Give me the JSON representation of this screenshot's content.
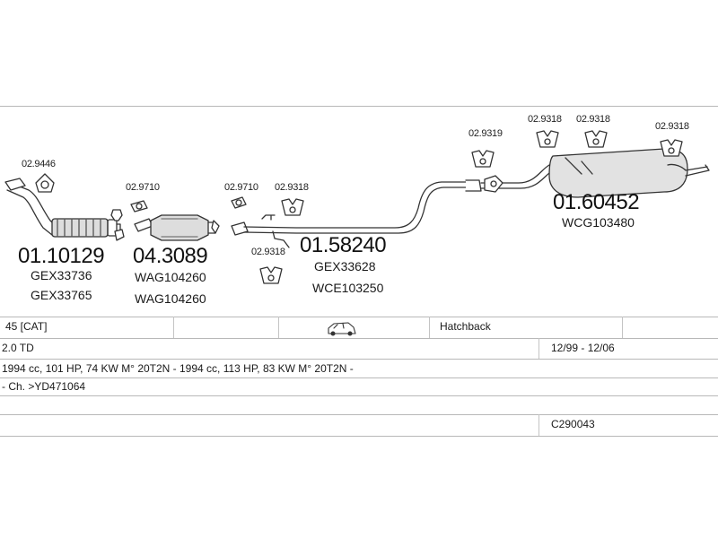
{
  "parts": {
    "downpipe": {
      "clamp_code": "02.9446",
      "number": "01.10129",
      "refs": [
        "GEX33736",
        "GEX33765"
      ]
    },
    "catalyst": {
      "clamp_code": "02.9710",
      "number": "04.3089",
      "refs": [
        "WAG104260",
        "WAG104260"
      ]
    },
    "middle_pipe": {
      "clamp_code_1": "02.9710",
      "clamp_code_2": "02.9318",
      "clamp_code_3": "02.9318",
      "number": "01.58240",
      "refs": [
        "GEX33628",
        "WCE103250"
      ]
    },
    "rear_silencer": {
      "clamp_code_1": "02.9319",
      "clamp_code_2": "02.9318",
      "clamp_code_3": "02.9318",
      "clamp_code_4": "02.9318",
      "number": "01.60452",
      "refs": [
        "WCG103480"
      ]
    }
  },
  "info": {
    "model": "45  [CAT]",
    "vehicle_icon": "hatchback-car-icon",
    "body_type": "Hatchback",
    "engine": "2.0 TD",
    "date_range": "12/99 - 12/06",
    "engine_specs": "1994 cc, 101 HP, 74 KW M° 20T2N - 1994 cc, 113 HP, 83 KW M° 20T2N -",
    "chassis": "- Ch. >YD471064",
    "catalog_code": "C290043"
  }
}
